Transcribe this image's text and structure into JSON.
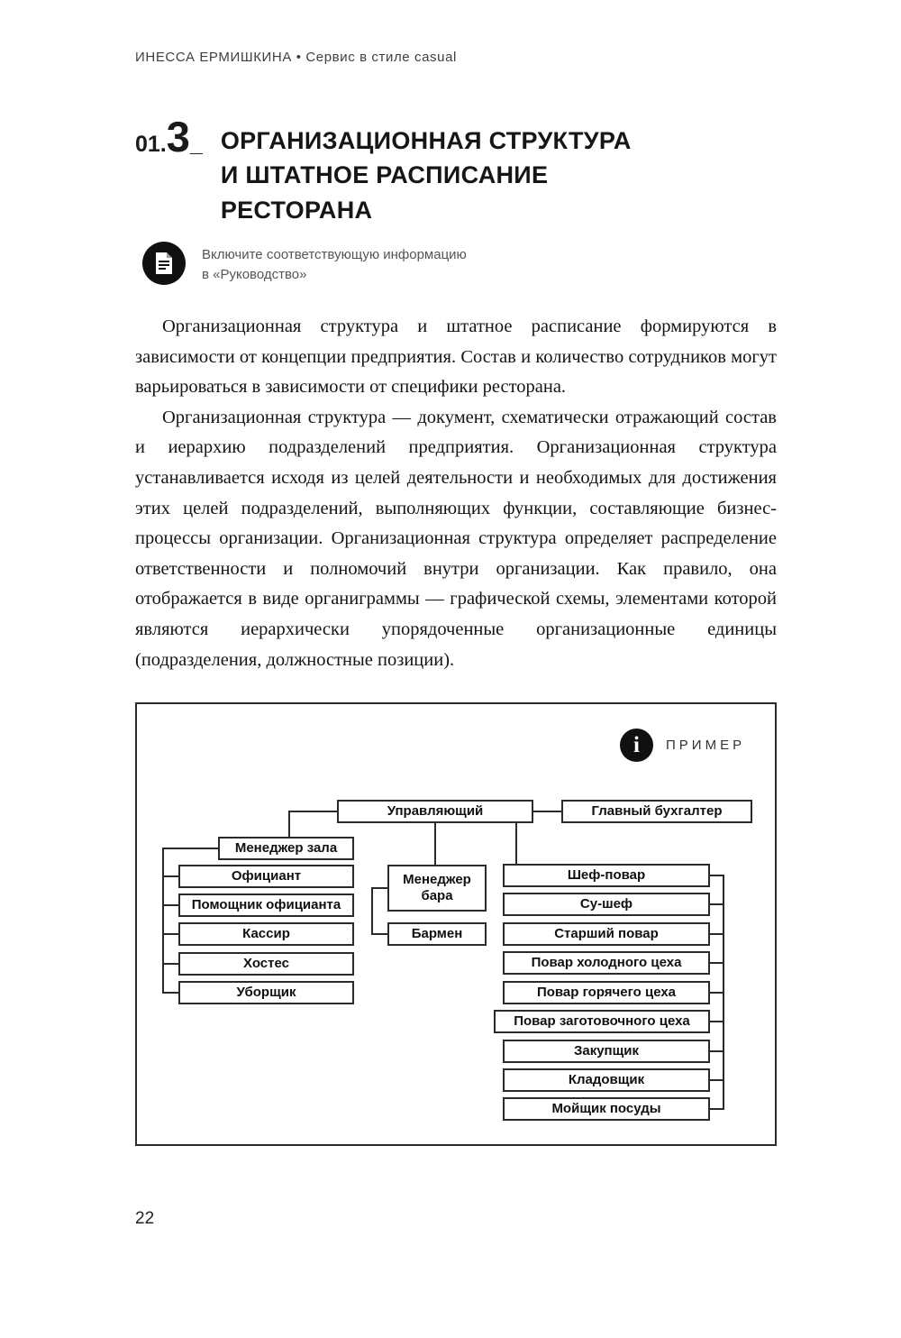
{
  "page": {
    "header": "ИНЕССА ЕРМИШКИНА • Сервис в стиле casual",
    "page_number": "22"
  },
  "section": {
    "number_prefix": "01.",
    "number_big": "3",
    "number_suffix": "_",
    "title_lines": [
      "ОРГАНИЗАЦИОННАЯ СТРУКТУРА",
      "И ШТАТНОЕ РАСПИСАНИЕ",
      "РЕСТОРАНА"
    ]
  },
  "note": {
    "line1": "Включите соответствующую информацию",
    "line2": "в «Руководство»"
  },
  "body": {
    "paragraph1": "Организационная структура и штатное расписание формируются в зависимости от концепции предприятия. Состав и количество сотрудников могут варьироваться в зависимости от специфики ресторана.",
    "paragraph2": "Организационная структура — документ, схематически отражающий состав и иерархию подразделений предприятия. Организационная структура устанавливается исходя из целей деятельности и необходимых для достижения этих целей подразделений, выполняющих функции, составляющие бизнес-процессы организации. Организационная структура определяет распределение ответственности и полномочий внутри организации. Как правило, она отображается в виде органиграммы — графической схемы, элементами которой являются иерархически упорядоченные организационные единицы (подразделения, должностные позиции)."
  },
  "example": {
    "label": "ПРИМЕР",
    "info_glyph": "i"
  },
  "orgchart": {
    "nodes": {
      "manager": "Управляющий",
      "accountant": "Главный бухгалтер",
      "hall_manager": "Менеджер зала",
      "waiter": "Официант",
      "waiter_assistant": "Помощник официанта",
      "cashier": "Кассир",
      "hostess": "Хостес",
      "cleaner": "Уборщик",
      "bar_manager": "Менеджер бара",
      "bartender": "Бармен",
      "chef": "Шеф-повар",
      "sous_chef": "Су-шеф",
      "senior_cook": "Старший повар",
      "cold_shop_cook": "Повар холодного цеха",
      "hot_shop_cook": "Повар горячего цеха",
      "prep_shop_cook": "Повар заготовочного цеха",
      "purchaser": "Закупщик",
      "storekeeper": "Кладовщик",
      "dishwasher": "Мойщик посуды"
    }
  }
}
